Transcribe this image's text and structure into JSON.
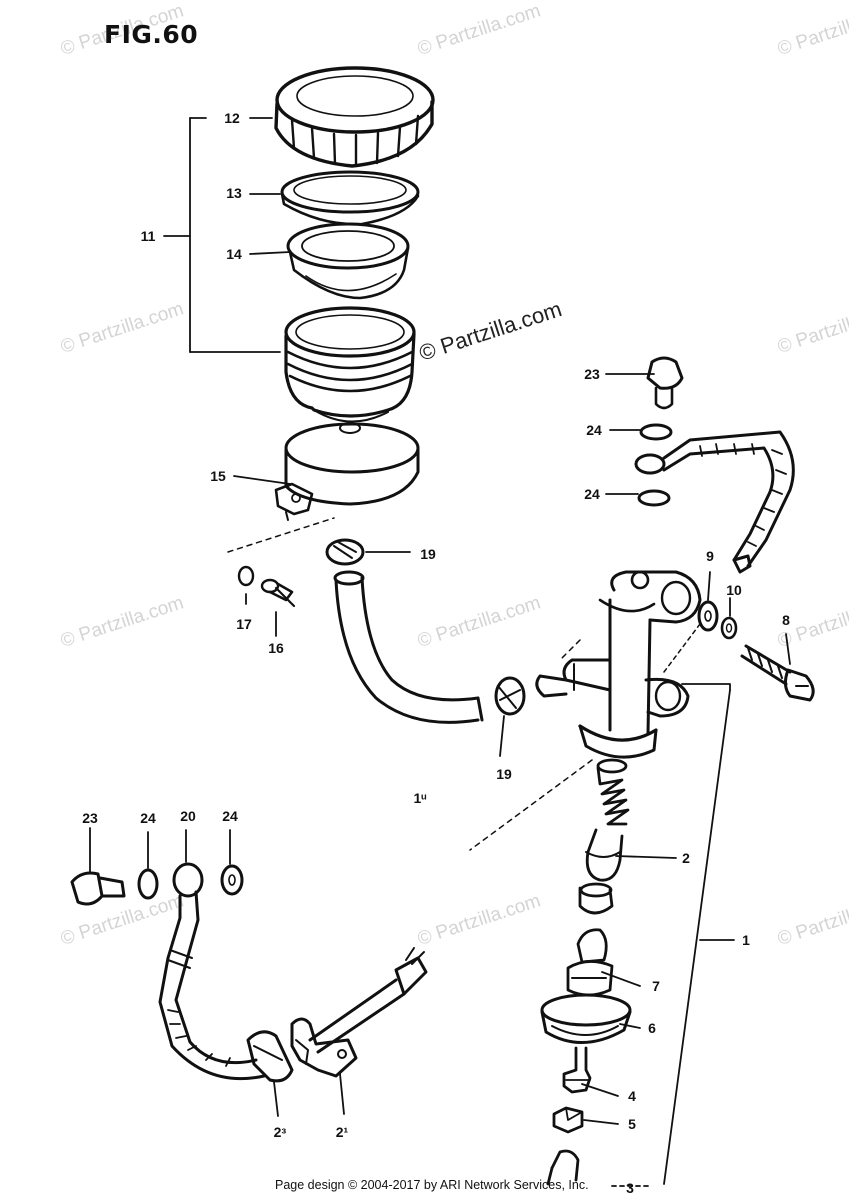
{
  "figure_title": "FIG.60",
  "watermark_text": "© Partzilla.com",
  "center_watermark_text": "© Partzilla.com",
  "footer_text": "Page design © 2004-2017 by ARI Network Services, Inc.",
  "callouts": {
    "c1": "1",
    "c2": "2",
    "c3": "3",
    "c4": "4",
    "c5": "5",
    "c6": "6",
    "c7": "7",
    "c8": "8",
    "c9": "9",
    "c10": "10",
    "c11": "11",
    "c12": "12",
    "c13": "13",
    "c14": "14",
    "c15": "15",
    "c16": "16",
    "c17": "17",
    "c18": "1ᵘ",
    "c19a": "19",
    "c19b": "19",
    "c20": "20",
    "c21": "2¹",
    "c22": "2ᵌ",
    "c23a": "23",
    "c23b": "23",
    "c24a": "24",
    "c24b": "24",
    "c24c": "24",
    "c24d": "24"
  },
  "colors": {
    "line": "#111111",
    "watermark": "#d4d4d4"
  }
}
